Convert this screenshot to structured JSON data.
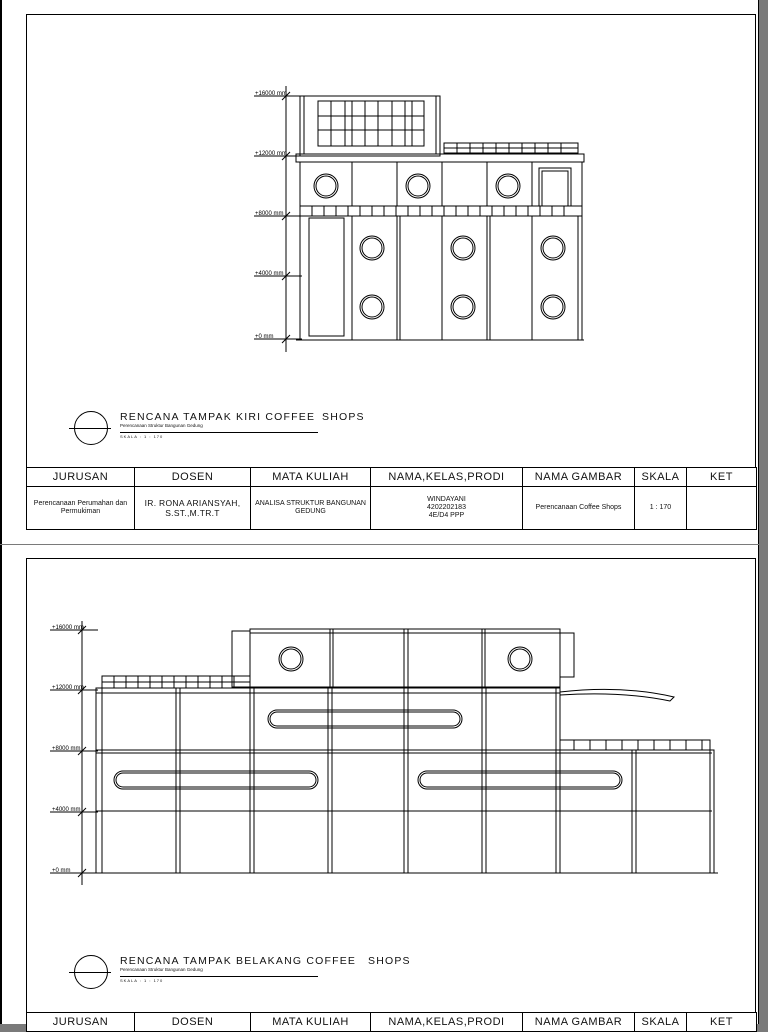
{
  "sheets": [
    {
      "caption": {
        "title": "RENCANA  TAMPAK  KIRI  COFFEE",
        "title_suffix": "SHOPS",
        "subtitle": "Perencanaan Struktur Bangunan Gedung",
        "scale_text": "SKALA        :        1   :   170"
      },
      "levels": [
        "+16000 mm",
        "+12000 mm",
        "+8000 mm",
        "+4000 mm",
        "+0 mm"
      ],
      "title_block": {
        "headers": [
          "JURUSAN",
          "DOSEN",
          "MATA KULIAH",
          "NAMA,KELAS,PRODI",
          "NAMA GAMBAR",
          "SKALA",
          "KET"
        ],
        "jurusan": "Perencanaan Perumahan dan Permukiman",
        "dosen": "IR. RONA ARIANSYAH, S.ST.,M.TR.T",
        "mata_kuliah": "ANALISA STRUKTUR BANGUNAN GEDUNG",
        "nama_1": "WINDAYANI",
        "nama_2": "4202202183",
        "nama_3": "4E/D4 PPP",
        "nama_gambar": "Perencanaan Coffee Shops",
        "skala": "1 : 170",
        "ket": ""
      }
    },
    {
      "caption": {
        "title": "RENCANA  TAMPAK  BELAKANG  COFFEE",
        "title_suffix": "SHOPS",
        "subtitle": "Perencanaan Struktur Bangunan Gedung",
        "scale_text": "SKALA        :        1   :   170"
      },
      "levels": [
        "+16000 mm",
        "+12000 mm",
        "+8000 mm",
        "+4000 mm",
        "+0 mm"
      ],
      "title_block": {
        "headers": [
          "JURUSAN",
          "DOSEN",
          "MATA KULIAH",
          "NAMA,KELAS,PRODI",
          "NAMA GAMBAR",
          "SKALA",
          "KET"
        ]
      }
    }
  ]
}
